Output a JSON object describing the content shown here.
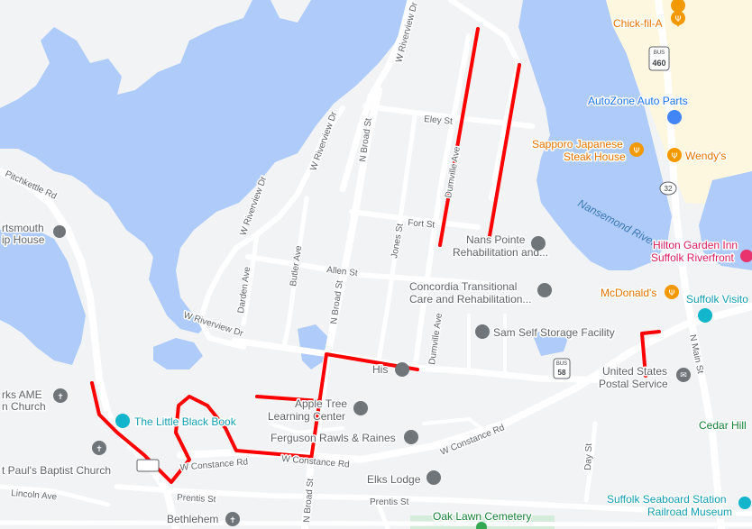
{
  "streets": {
    "w_riverview_dr_top": "W Riverview Dr",
    "w_riverview_dr_mid1": "W Riverview Dr",
    "w_riverview_dr_mid2": "W Riverview Dr",
    "w_riverview_dr_bottom": "W Riverview Dr",
    "pitchkettle_rd": "Pitchkettle Rd",
    "n_broad_st_top": "N Broad St",
    "n_broad_st_mid": "N Broad St",
    "n_broad_st_bottom": "N Broad St",
    "eley_st": "Eley St",
    "fort_st": "Fort St",
    "allen_st": "Allen St",
    "jones_st": "Jones St",
    "butler_ave": "Butler Ave",
    "darden_ave": "Darden Ave",
    "dumville_ave_mid": "Dumville Ave",
    "dumville_ave_low": "Dumville Ave",
    "w_constance_rd_left": "W Constance Rd",
    "w_constance_rd_mid": "W Constance Rd",
    "w_constance_rd_right": "W Constance Rd",
    "prentis_st_left": "Prentis St",
    "prentis_st_right": "Prentis St",
    "lincoln_ave": "Lincoln Ave",
    "day_st": "Day St",
    "n_main_st": "N Main St",
    "route_32": "32",
    "route_58": "58",
    "bus_460": "460",
    "bus_label": "BUS"
  },
  "water": {
    "nansemond_river": "Nansemond River"
  },
  "pois": {
    "chick_fil_a": "Chick-fil-A",
    "autozone": "AutoZone Auto Parts",
    "sapporo_line1": "Sapporo Japanese",
    "sapporo_line2": "Steak House",
    "wendys": "Wendy's",
    "nans_pointe_line1": "Nans Pointe",
    "nans_pointe_line2": "Rehabilitation and...",
    "hilton_line1": "Hilton Garden Inn",
    "hilton_line2": "Suffolk Riverfront",
    "concordia_line1": "Concordia Transitional",
    "concordia_line2": "Care and Rehabilitation...",
    "mcdonalds": "McDonald's",
    "suffolk_visitor": "Suffolk Visito",
    "sam_self_storage": "Sam Self Storage Facility",
    "usps_line1": "United States",
    "usps_line2": "Postal Service",
    "apple_tree_line1": "Apple Tree",
    "apple_tree_line2": "Learning Center",
    "ferguson": "Ferguson Rawls & Raines",
    "little_black_book": "The Little Black Book",
    "ame_church_line1": "rks AME",
    "ame_church_line2": "n Church",
    "st_pauls": "t Paul's Baptist Church",
    "elks_lodge": "Elks Lodge",
    "cedar_hill": "Cedar Hill",
    "seaboard_line1": "Suffolk Seaboard Station",
    "seaboard_line2": "Railroad Museum",
    "oak_lawn": "Oak Lawn Cemetery",
    "bethlehem": "Bethlehem",
    "portsmouth_line1": "rtsmouth",
    "portsmouth_line2": "ip House",
    "his": "His"
  },
  "colors": {
    "water": "#aecbfa",
    "land": "#f1f3f4",
    "road": "#ffffff",
    "highlight": "#ff0000",
    "commercial": "#fef7e0",
    "park": "#d4ecd9"
  }
}
